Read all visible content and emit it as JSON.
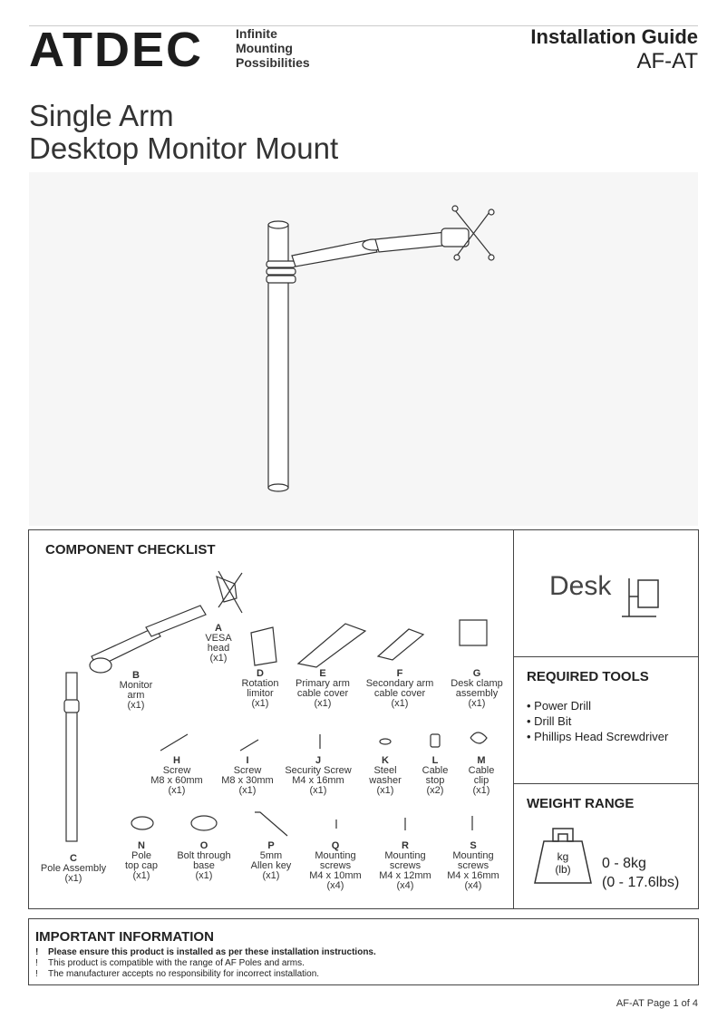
{
  "header": {
    "brand": "ATDEC",
    "tagline": [
      "Infinite",
      "Mounting",
      "Possibilities"
    ],
    "guide_label": "Installation Guide",
    "model": "AF-AT"
  },
  "title": [
    "Single Arm",
    "Desktop Monitor Mount"
  ],
  "checklist": {
    "title": "COMPONENT CHECKLIST",
    "components": [
      {
        "letter": "A",
        "lines": [
          "VESA",
          "head",
          "(x1)"
        ]
      },
      {
        "letter": "B",
        "lines": [
          "Monitor",
          "arm",
          "(x1)"
        ]
      },
      {
        "letter": "C",
        "lines": [
          "Pole Assembly",
          "(x1)"
        ]
      },
      {
        "letter": "D",
        "lines": [
          "Rotation",
          "limitor",
          "(x1)"
        ]
      },
      {
        "letter": "E",
        "lines": [
          "Primary arm",
          "cable cover",
          "(x1)"
        ]
      },
      {
        "letter": "F",
        "lines": [
          "Secondary arm",
          "cable cover",
          "(x1)"
        ]
      },
      {
        "letter": "G",
        "lines": [
          "Desk clamp",
          "assembly",
          "(x1)"
        ]
      },
      {
        "letter": "H",
        "lines": [
          "Screw",
          "M8 x 60mm",
          "(x1)"
        ]
      },
      {
        "letter": "I",
        "lines": [
          "Screw",
          "M8 x 30mm",
          "(x1)"
        ]
      },
      {
        "letter": "J",
        "lines": [
          "Security Screw",
          "M4 x 16mm",
          "(x1)"
        ]
      },
      {
        "letter": "K",
        "lines": [
          "Steel",
          "washer",
          "(x1)"
        ]
      },
      {
        "letter": "L",
        "lines": [
          "Cable",
          "stop",
          "(x2)"
        ]
      },
      {
        "letter": "M",
        "lines": [
          "Cable",
          "clip",
          "(x1)"
        ]
      },
      {
        "letter": "N",
        "lines": [
          "Pole",
          "top cap",
          "(x1)"
        ]
      },
      {
        "letter": "O",
        "lines": [
          "Bolt through",
          "base",
          "(x1)"
        ]
      },
      {
        "letter": "P",
        "lines": [
          "5mm",
          "Allen key",
          "(x1)"
        ]
      },
      {
        "letter": "Q",
        "lines": [
          "Mounting",
          "screws",
          "M4 x 10mm",
          "(x4)"
        ]
      },
      {
        "letter": "R",
        "lines": [
          "Mounting",
          "screws",
          "M4 x 12mm",
          "(x4)"
        ]
      },
      {
        "letter": "S",
        "lines": [
          "Mounting",
          "screws",
          "M4 x 16mm",
          "(x4)"
        ]
      }
    ]
  },
  "desk": {
    "label": "Desk"
  },
  "required_tools": {
    "title": "REQUIRED TOOLS",
    "items": [
      "• Power Drill",
      "• Drill Bit",
      "• Phillips Head Screwdriver"
    ]
  },
  "weight_range": {
    "title": "WEIGHT RANGE",
    "unit_kg": "kg",
    "unit_lb": "(lb)",
    "kg_range": "0 - 8kg",
    "lb_range": "(0 - 17.6lbs)"
  },
  "important": {
    "title": "IMPORTANT INFORMATION",
    "lines": [
      {
        "mark": "!",
        "text": "Please ensure this product is installed as per these installation instructions."
      },
      {
        "mark": "!",
        "text": "This product is compatible with the range of AF Poles and arms."
      },
      {
        "mark": "!",
        "text": "The manufacturer accepts no responsibility for incorrect installation."
      }
    ]
  },
  "footer": {
    "text": "AF-AT  Page 1 of 4"
  }
}
